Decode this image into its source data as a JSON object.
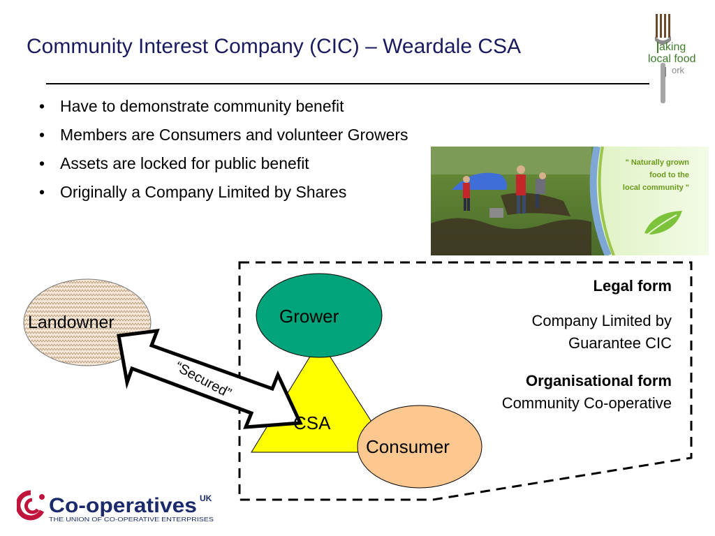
{
  "slide": {
    "title": "Community Interest Company (CIC) – Weardale CSA",
    "bullets": [
      "Have to demonstrate community benefit",
      "Members are Consumers and volunteer Growers",
      "Assets are locked for public benefit",
      "Originally a Company Limited by Shares"
    ]
  },
  "logo_mlfw": {
    "line1": "aking",
    "line2": "local food",
    "line3": "ork"
  },
  "photo": {
    "caption_lines": [
      "\" Naturally grown",
      "food to the",
      "local community \""
    ]
  },
  "diagram": {
    "landowner": "Landowner",
    "grower": "Grower",
    "csa": "CSA",
    "consumer": "Consumer",
    "arrow_label": "“Secured”",
    "legal_form_heading": "Legal form",
    "legal_form_lines": [
      "Company Limited by",
      "Guarantee CIC"
    ],
    "org_form_heading": "Organisational form",
    "org_form_value": "Community Co-operative"
  },
  "footer": {
    "coop_name": "Co-operatives",
    "coop_suffix": "UK",
    "coop_tagline": "THE UNION OF CO-OPERATIVE ENTERPRISES"
  },
  "colors": {
    "title": "#1a1a5e",
    "grower_fill": "#00a37a",
    "csa_fill": "#ffff00",
    "consumer_fill": "#fcc890",
    "landowner_fill": "#f4e3d0",
    "mlfw_green": "#3e7d2a",
    "mlfw_gray": "#8c8c8c",
    "coop_red": "#c0143c",
    "coop_navy": "#1b2a6b"
  }
}
